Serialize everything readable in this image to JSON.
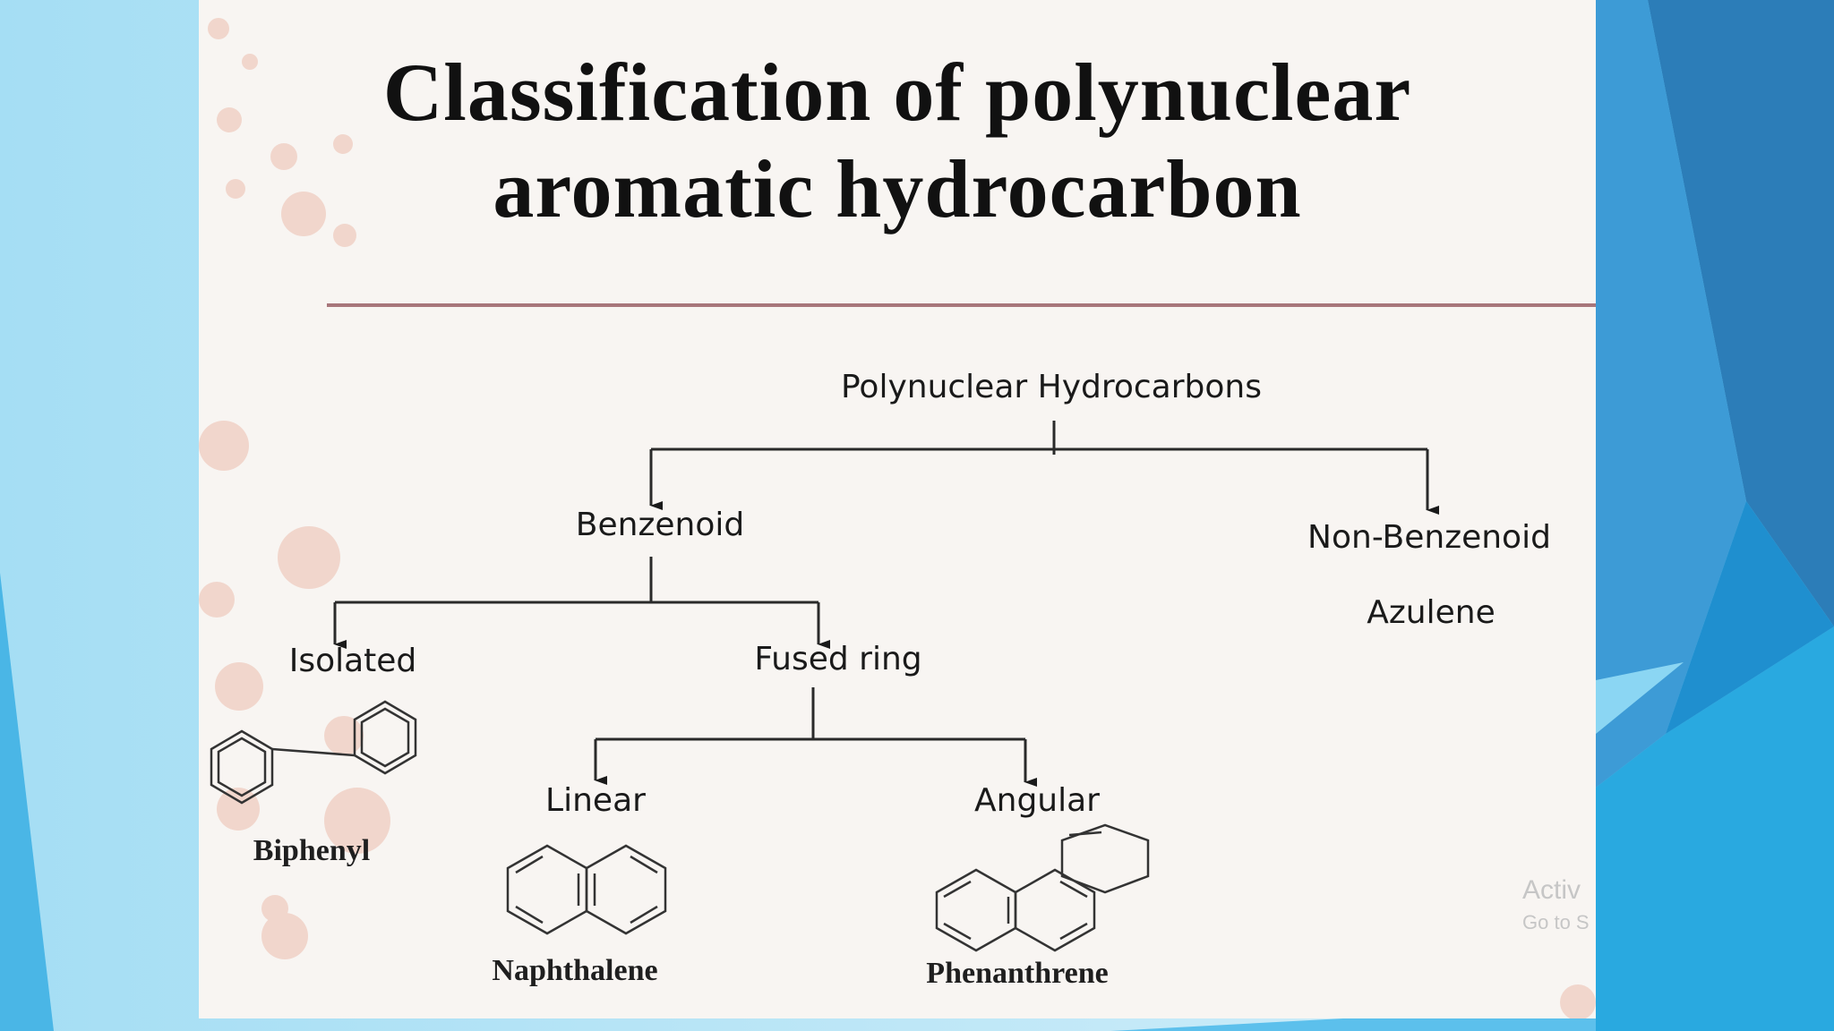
{
  "slide": {
    "title_line1": "Classification of polynuclear",
    "title_line2": "aromatic hydrocarbon"
  },
  "diagram": {
    "root": "Polynuclear Hydrocarbons",
    "benzenoid": "Benzenoid",
    "non_benzenoid": "Non-Benzenoid",
    "non_benzenoid_example": "Azulene",
    "isolated": "Isolated",
    "isolated_example": "Biphenyl",
    "fused_ring": "Fused ring",
    "linear": "Linear",
    "linear_example": "Naphthalene",
    "angular": "Angular",
    "angular_example": "Phenanthrene"
  },
  "watermark": {
    "line1": "Activ",
    "line2": "Go to S"
  },
  "colors": {
    "rule": "#a8767b",
    "slide_bg": "#f8f5f2",
    "accent_blue": "#29a9e0"
  }
}
